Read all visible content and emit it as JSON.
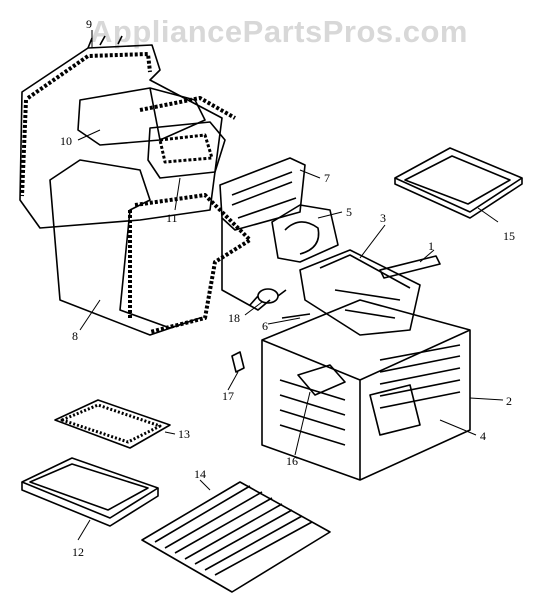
{
  "watermark": "AppliancePartsPros.com",
  "callouts": [
    "1",
    "2",
    "3",
    "4",
    "5",
    "6",
    "7",
    "8",
    "9",
    "10",
    "11",
    "12",
    "13",
    "14",
    "15",
    "16",
    "17",
    "18"
  ],
  "colors": {
    "ink": "#000000",
    "background": "#ffffff",
    "watermark": "#d8d8d8"
  }
}
